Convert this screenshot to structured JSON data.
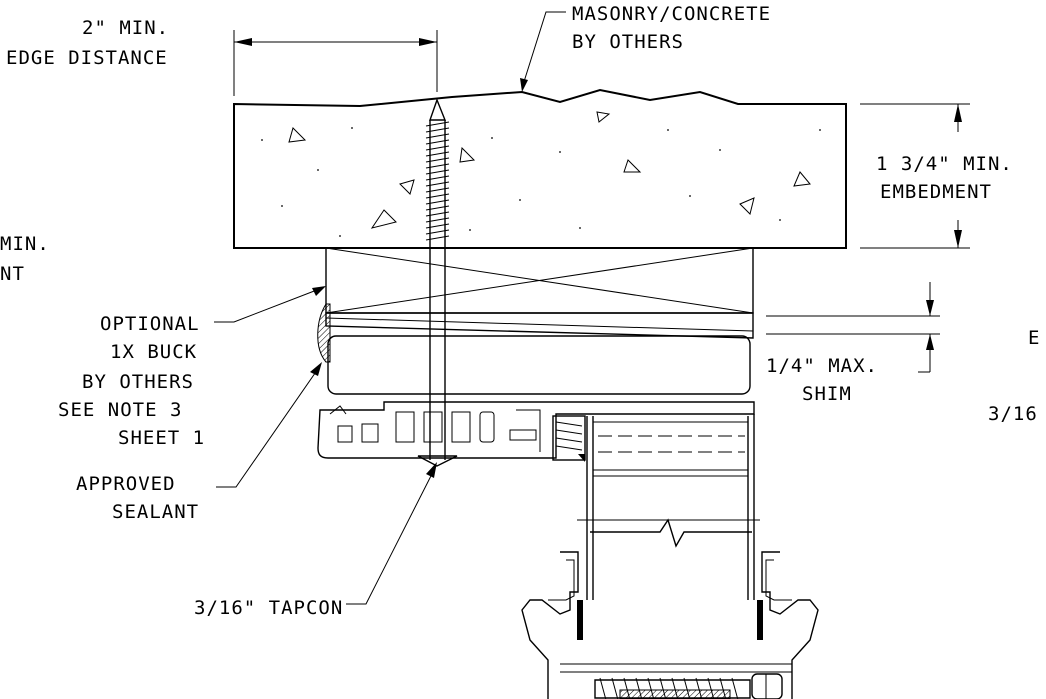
{
  "labels": {
    "edge_distance_1": "2\" MIN.",
    "edge_distance_2": "EDGE DISTANCE",
    "masonry_1": "MASONRY/CONCRETE",
    "masonry_2": "BY OTHERS",
    "embed_1": "1 3/4\" MIN.",
    "embed_2": "EMBEDMENT",
    "left_cut_1": "MIN.",
    "left_cut_2": "NT",
    "buck_1": "OPTIONAL",
    "buck_2": "1X BUCK",
    "buck_3": "BY OTHERS",
    "buck_4": "SEE NOTE 3",
    "buck_5": "SHEET 1",
    "shim_1": "1/4\" MAX.",
    "shim_2": "SHIM",
    "sealant_1": "APPROVED",
    "sealant_2": "SEALANT",
    "tapcon": "3/16\" TAPCON",
    "right_cut_1": "E",
    "right_cut_2": "3/16"
  },
  "icons": [
    "concrete-slab",
    "masonry-anchor-screw",
    "wood-buck-hatch",
    "window-frame-profile"
  ]
}
